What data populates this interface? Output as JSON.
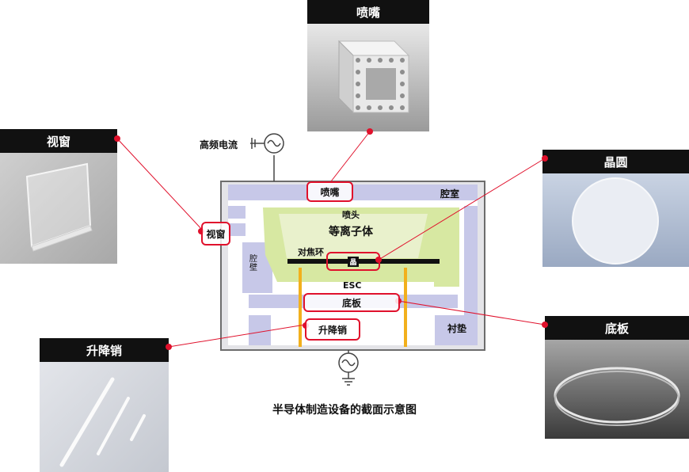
{
  "panels": {
    "nozzle": "喷嘴",
    "window": "视窗",
    "wafer": "晶圆",
    "lift_pin": "升降销",
    "base_plate": "底板"
  },
  "diagram": {
    "rf_label": "高频电流",
    "nozzle": "喷嘴",
    "chamber": "腔室",
    "shower_head": "喷头",
    "plasma": "等离子体",
    "focus_ring": "对焦环",
    "wafer_short": "晶",
    "window": "视窗",
    "side_label": "腔壁",
    "esc": "ESC",
    "base_plate": "底板",
    "lift_pin": "升降销",
    "liner": "衬垫"
  },
  "caption": "半导体制造设备的截面示意图",
  "colors": {
    "accent_red": "#e0112c",
    "chamber_blue": "#c7c8e8",
    "plasma_green": "#d7e8a2",
    "pin_yellow": "#f2b01c"
  }
}
